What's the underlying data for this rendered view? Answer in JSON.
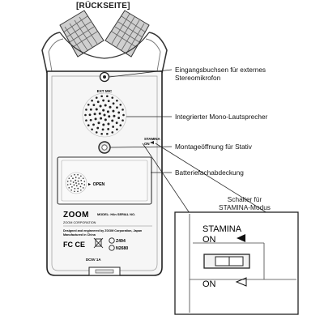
{
  "heading": "[RÜCKSEITE]",
  "callouts": {
    "mic_input_line1": "Eingangsbuchsen für externes",
    "mic_input_line2": "Stereomikrofon",
    "speaker": "Integrierter Mono-Lautsprecher",
    "tripod": "Montageöffnung für Stativ",
    "battery": "Batteriefachabdeckung",
    "stamina_line1": "Schalter für",
    "stamina_line2": "STAMINA-Modus"
  },
  "device": {
    "ext_mic_label": "EXT MIC",
    "stamina_small_line1": "STAMINA",
    "stamina_small_line2": "ON",
    "open_label": "► OPEN",
    "brand": "ZOOM",
    "corporation": "ZOOM CORPORATION",
    "model_small": "MODEL: H4n   SERIAL NO.",
    "designed_line1": "Designed and engineered by ZOOM Corporation, Japan",
    "designed_line2": "Manufactured in China",
    "certifications": "FC CE",
    "cert_code1": "Z494",
    "cert_code2": "N2680",
    "power_label": "DC5V 1A"
  },
  "zoom_inset": {
    "stamina_label": "STAMINA",
    "on_label_top": "ON",
    "on_label_bottom": "ON"
  }
}
